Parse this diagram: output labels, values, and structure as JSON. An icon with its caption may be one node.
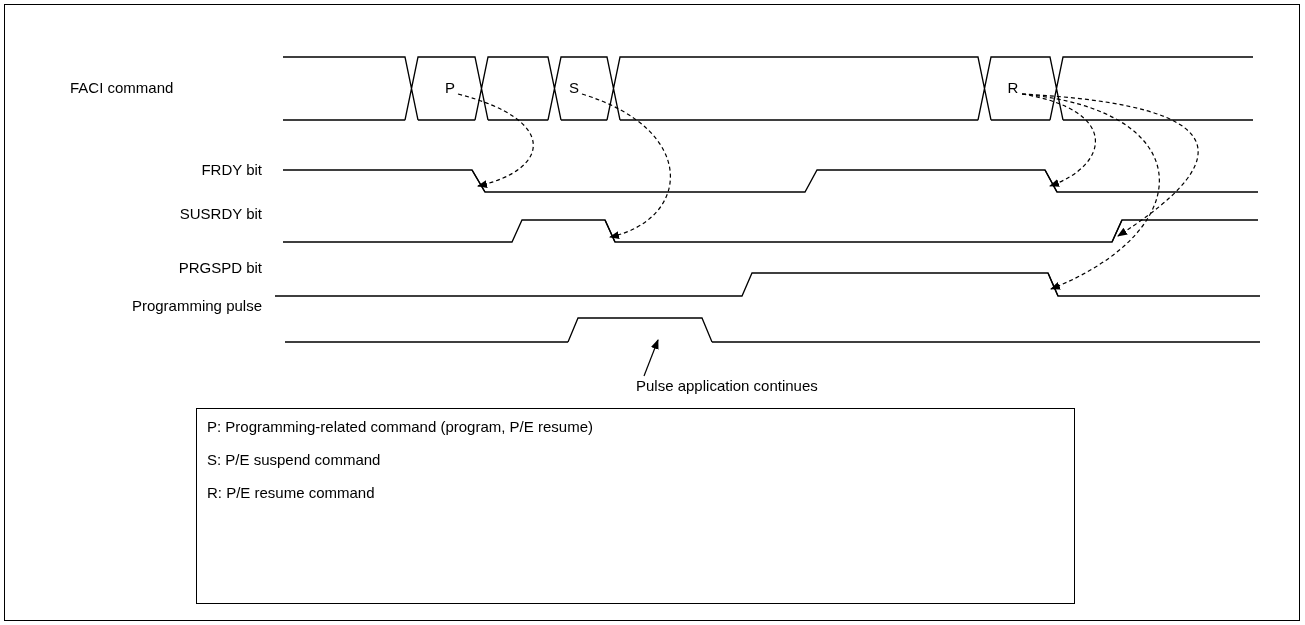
{
  "diagram": {
    "nodes": [
      {
        "text": [
          "P"
        ]
      },
      {
        "text": [
          "S"
        ]
      },
      {
        "text": [
          "R"
        ]
      },
      {
        "text": [
          "Pulse application continues"
        ]
      },
      {
        "text": [
          "P: Programming-related command (program, P/E resume)",
          "S: P/E suspend command",
          "R: P/E resume command"
        ]
      },
      {
        "text": [],
        "shape": "pulse"
      },
      {
        "text": [],
        "shape": "line"
      },
      {
        "text": [],
        "shape": "line"
      },
      {
        "text": [],
        "shape": "line"
      },
      {
        "text": [],
        "shape": "line"
      },
      {
        "text": [],
        "shape": "line"
      }
    ],
    "edges": [
      {
        "from": 0,
        "to": 6,
        "arrow": "to",
        "style": "dashed"
      },
      {
        "from": 1,
        "to": 7,
        "arrow": "to",
        "style": "dashed"
      },
      {
        "from": 2,
        "to": 8,
        "arrow": "to",
        "style": "dashed"
      },
      {
        "from": 2,
        "to": 9,
        "arrow": "to",
        "style": "dashed"
      },
      {
        "from": 2,
        "to": 10,
        "arrow": "to",
        "style": "dashed"
      },
      {
        "from": 3,
        "to": 5,
        "arrow": "to"
      }
    ],
    "labels": [
      "FACI command",
      "FRDY bit",
      "SUSRDY bit",
      "PRGSPD bit",
      "Programming pulse"
    ]
  }
}
